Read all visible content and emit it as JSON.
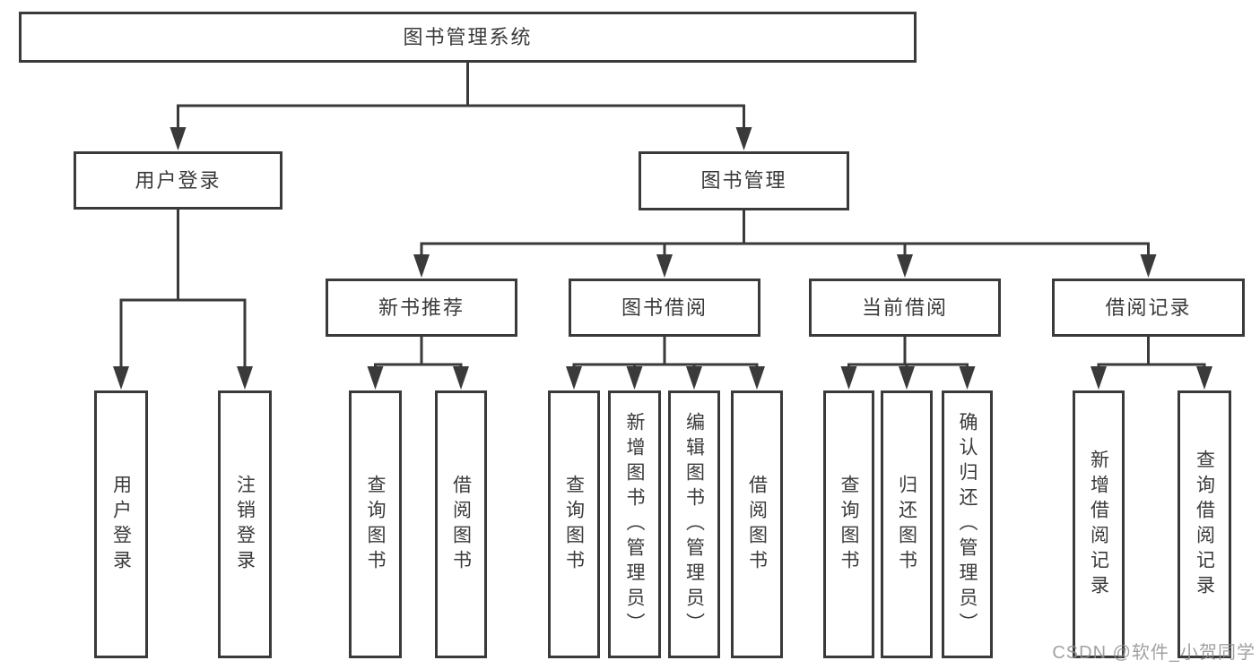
{
  "colors": {
    "line": "#3a3a3a",
    "box_border": "#3a3a3a",
    "background": "#ffffff",
    "watermark_gray": "#919191"
  },
  "tree": {
    "root": {
      "label": "图书管理系统"
    },
    "level2": [
      {
        "label": "用户登录",
        "children": [
          {
            "label": "用户登录"
          },
          {
            "label": "注销登录"
          }
        ]
      },
      {
        "label": "图书管理",
        "children": [
          {
            "label": "新书推荐",
            "children": [
              {
                "label": "查询图书"
              },
              {
                "label": "借阅图书"
              }
            ]
          },
          {
            "label": "图书借阅",
            "children": [
              {
                "label": "查询图书"
              },
              {
                "label": "新增图书（管理员）"
              },
              {
                "label": "编辑图书（管理员）"
              },
              {
                "label": "借阅图书"
              }
            ]
          },
          {
            "label": "当前借阅",
            "children": [
              {
                "label": "查询图书"
              },
              {
                "label": "归还图书"
              },
              {
                "label": "确认归还（管理员）"
              }
            ]
          },
          {
            "label": "借阅记录",
            "children": [
              {
                "label": "新增借阅记录"
              },
              {
                "label": "查询借阅记录"
              }
            ]
          }
        ]
      }
    ]
  },
  "watermark": {
    "text": "CSDN @软件_小贺同学"
  }
}
